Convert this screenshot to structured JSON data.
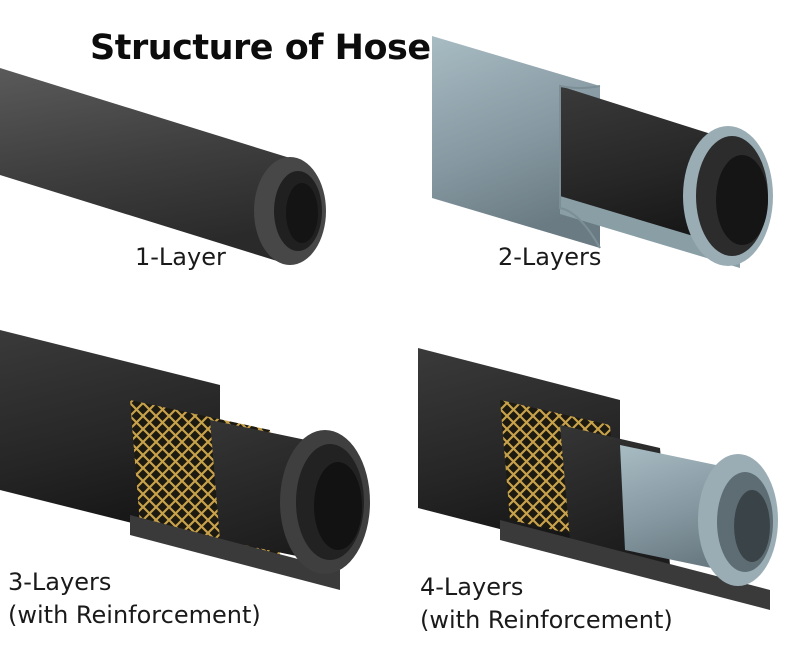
{
  "title": "Structure of Hose",
  "panels": [
    {
      "label": "1-Layer"
    },
    {
      "label": "2-Layers"
    },
    {
      "label_line1": "3-Layers",
      "label_line2": "(with Reinforcement)"
    },
    {
      "label_line1": "4-Layers",
      "label_line2": "(with Reinforcement)"
    }
  ],
  "colors": {
    "rubber_dark": "#2b2b2b",
    "rubber_mid": "#3a3a3a",
    "gray_hose": "#4a4a4a",
    "blue_gray": "#8a9ea6",
    "braid": "#c8a24a"
  }
}
